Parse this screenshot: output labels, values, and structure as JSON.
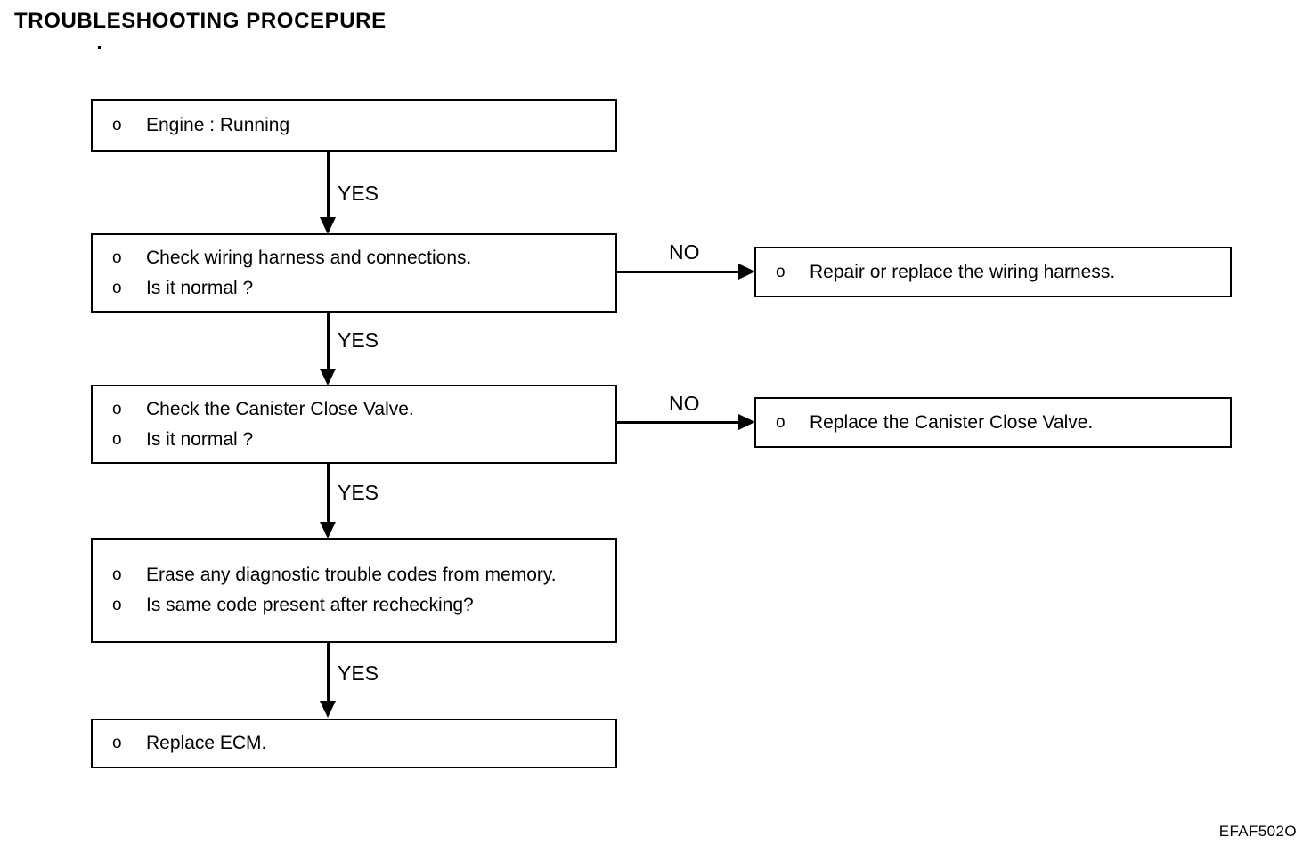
{
  "document": {
    "title": "TROUBLESHOOTING PROCEPURE",
    "footer_code": "EFAF502O",
    "ink_color": "#000000",
    "paper_color": "#ffffff"
  },
  "flowchart": {
    "type": "flowchart",
    "bullet_glyph": "o",
    "nodes": [
      {
        "id": "engine-running",
        "lines": [
          "Engine : Running"
        ]
      },
      {
        "id": "check-wiring-harness",
        "lines": [
          "Check wiring harness and connections.",
          "Is it normal ?"
        ]
      },
      {
        "id": "repair-wiring-harness",
        "lines": [
          "Repair or replace the wiring harness."
        ]
      },
      {
        "id": "check-canister-close-valve",
        "lines": [
          "Check the Canister Close Valve.",
          "Is it normal ?"
        ]
      },
      {
        "id": "replace-canister-close-valve",
        "lines": [
          "Replace the Canister Close Valve."
        ]
      },
      {
        "id": "erase-codes",
        "lines": [
          "Erase any diagnostic trouble codes from memory.",
          "Is same code present after rechecking?"
        ]
      },
      {
        "id": "replace-ecm",
        "lines": [
          "Replace ECM."
        ]
      }
    ],
    "edges": [
      {
        "id": "engine-to-wiring",
        "label": "YES",
        "direction": "down"
      },
      {
        "id": "wiring-to-repair",
        "label": "NO",
        "direction": "right"
      },
      {
        "id": "wiring-to-canister",
        "label": "YES",
        "direction": "down"
      },
      {
        "id": "canister-to-replace-valve",
        "label": "NO",
        "direction": "right"
      },
      {
        "id": "canister-to-erase",
        "label": "YES",
        "direction": "down"
      },
      {
        "id": "erase-to-ecm",
        "label": "YES",
        "direction": "down"
      }
    ]
  }
}
